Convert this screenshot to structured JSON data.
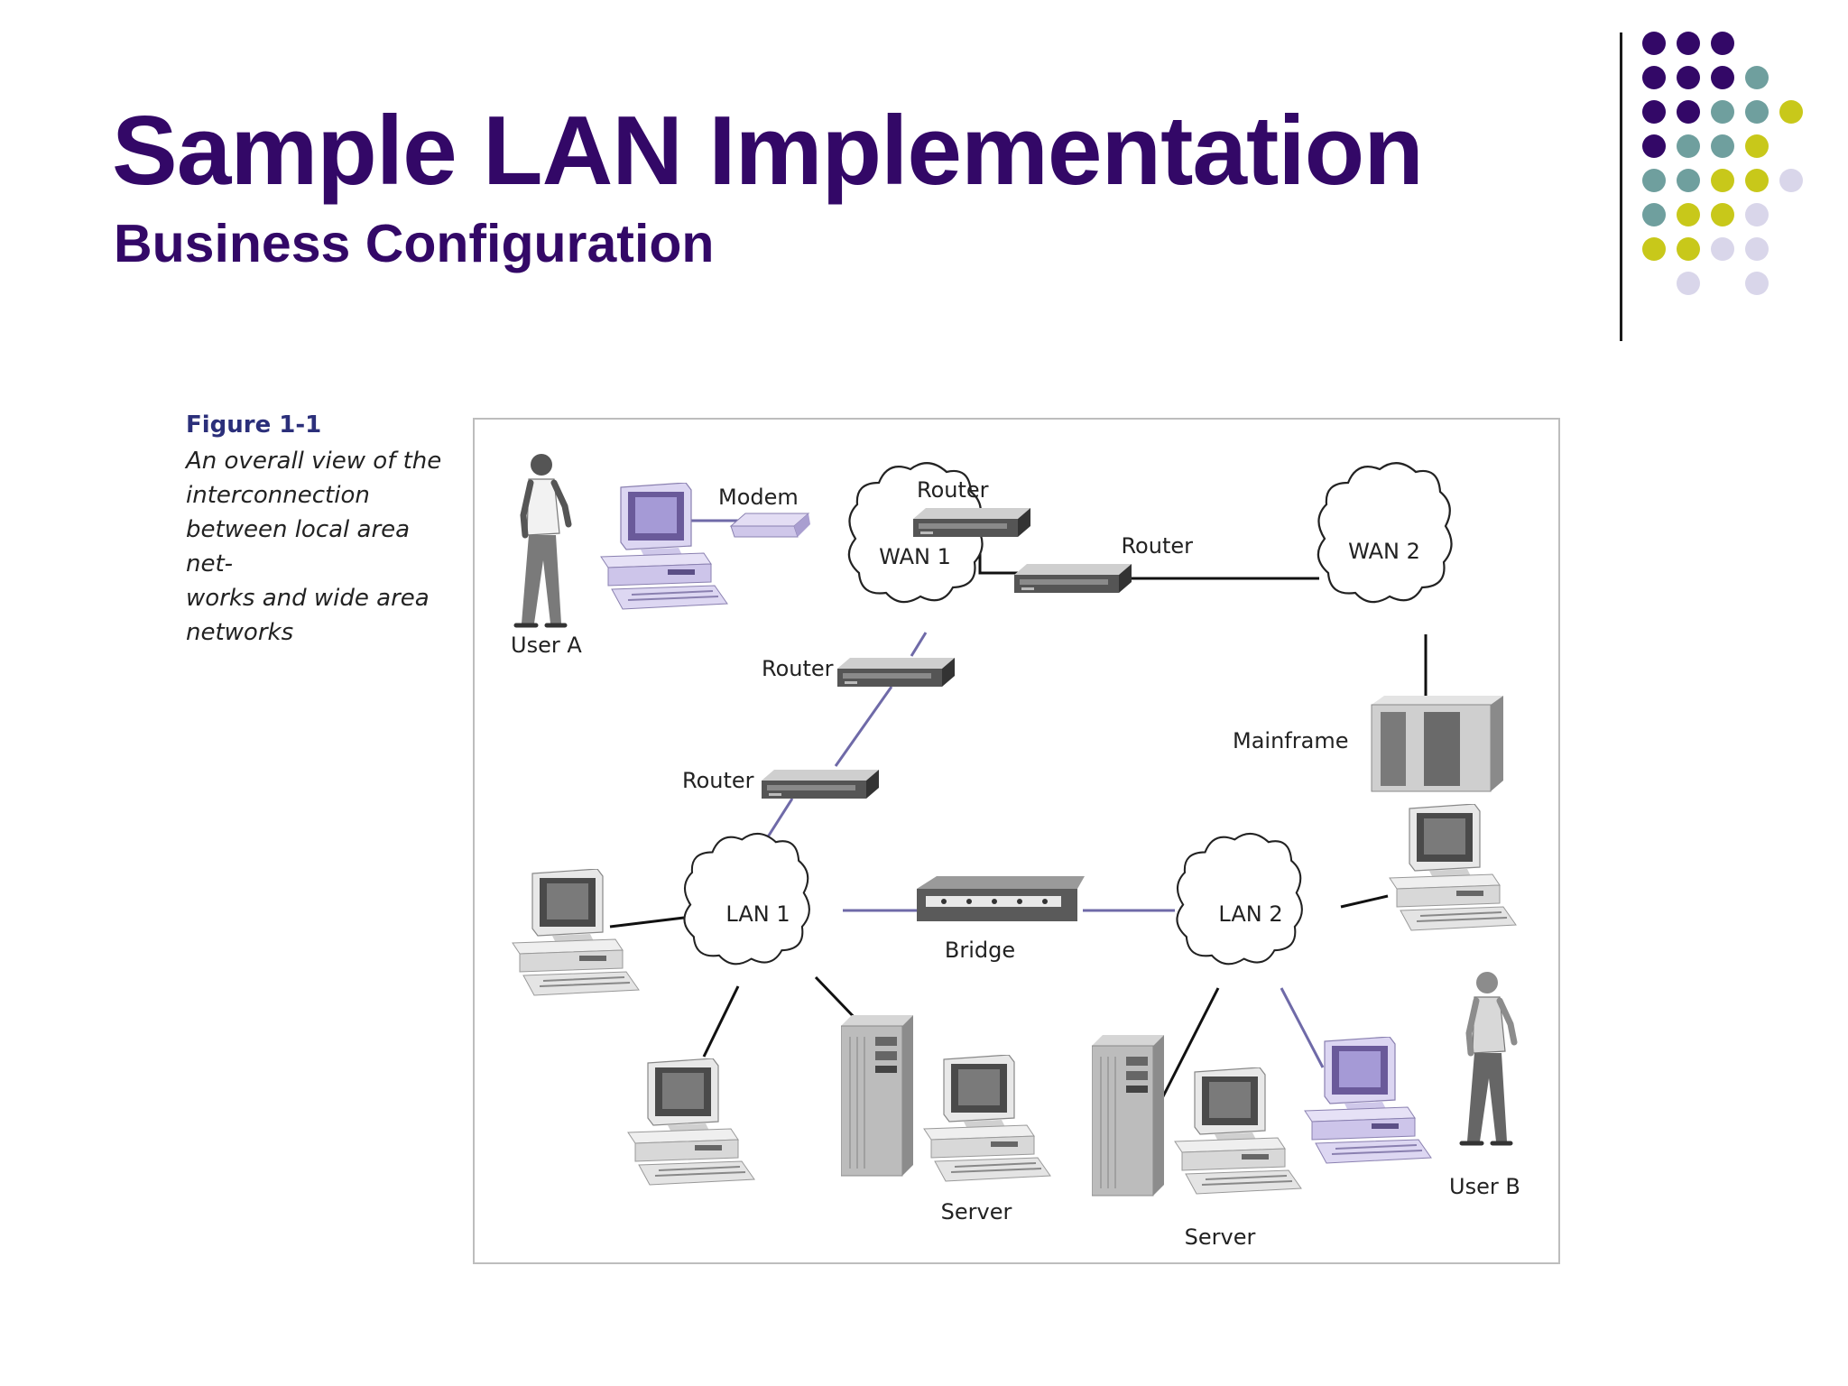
{
  "slide": {
    "title": "Sample LAN Implementation",
    "subtitle": "Business Configuration"
  },
  "theme": {
    "title_color": "#330867",
    "dot_colors": [
      "#330867",
      "#6f9f9e",
      "#c8c81a",
      "#d9d6ea"
    ]
  },
  "figure": {
    "caption_title": "Figure 1-1",
    "caption_lines": [
      "An overall view of the",
      "interconnection",
      "between local area net-",
      "works and wide area",
      "networks"
    ],
    "labels": {
      "wan1": "WAN 1",
      "wan2": "WAN 2",
      "lan1": "LAN 1",
      "lan2": "LAN 2",
      "modem": "Modem",
      "router_wan_top": "Router",
      "router_wan_right": "Router",
      "router_mid_upper": "Router",
      "router_mid_lower": "Router",
      "mainframe": "Mainframe",
      "bridge": "Bridge",
      "user_a": "User A",
      "user_b": "User B",
      "server_left": "Server",
      "server_right": "Server"
    }
  }
}
